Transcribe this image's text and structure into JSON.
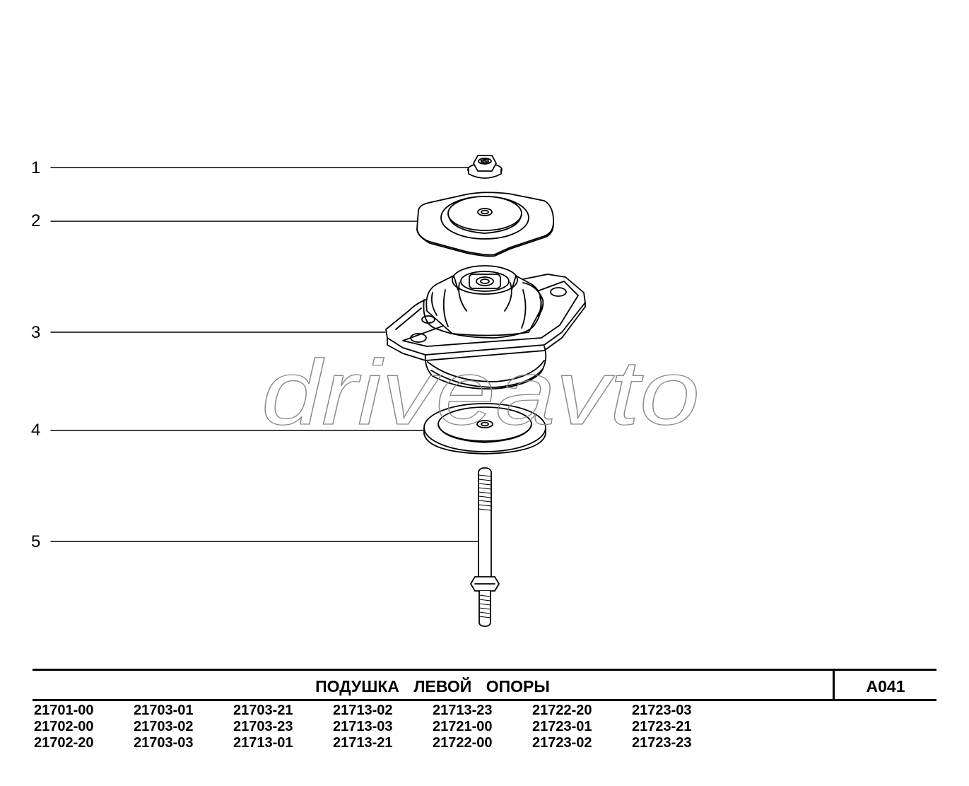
{
  "callouts": [
    "1",
    "2",
    "3",
    "4",
    "5"
  ],
  "watermark": "driveavto",
  "title": "ПОДУШКА   ЛЕВОЙ   ОПОРЫ",
  "page_code": "A041",
  "models": [
    [
      "21701-00",
      "21702-00",
      "21702-20"
    ],
    [
      "21703-01",
      "21703-02",
      "21703-03"
    ],
    [
      "21703-21",
      "21703-23",
      "21713-01"
    ],
    [
      "21713-02",
      "21713-03",
      "21713-21"
    ],
    [
      "21713-23",
      "21721-00",
      "21722-00"
    ],
    [
      "21722-20",
      "21723-01",
      "21723-02"
    ],
    [
      "21723-03",
      "21723-21",
      "21723-23"
    ]
  ]
}
